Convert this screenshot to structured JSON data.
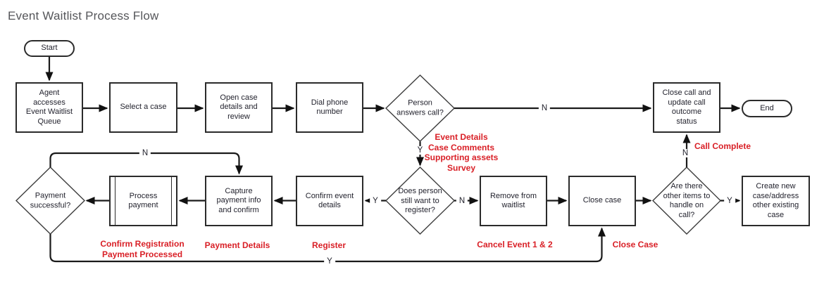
{
  "title": "Event Waitlist Process Flow",
  "colors": {
    "annotation_red": "#d92027",
    "title_gray": "#55565a",
    "node_text": "#23232e",
    "connector_line": "#1a1a1a",
    "node_border": "#2b2b2b",
    "node_fill": "#ffffff"
  },
  "nodes": {
    "start": "Start",
    "agent_queue": "Agent\naccesses\nEvent Waitlist\nQueue",
    "select_case": "Select a case",
    "open_case": "Open case\ndetails and\nreview",
    "dial_phone": "Dial phone\nnumber",
    "person_answers": "Person\nanswers call?",
    "close_call": "Close call and\nupdate call\noutcome\nstatus",
    "end": "End",
    "payment_successful": "Payment\nsuccessful?",
    "process_payment": "Process\npayment",
    "capture_payment": "Capture\npayment info\nand confirm",
    "confirm_event": "Confirm event\ndetails",
    "does_person": "Does person\nstill want to\nregister?",
    "remove_waitlist": "Remove from\nwaitlist",
    "close_case": "Close case",
    "other_items": "Are there\nother items to\nhandle on\ncall?",
    "create_case": "Create new\ncase/address\nother existing\ncase"
  },
  "edge_labels": {
    "person_answers_no": "N",
    "person_answers_yes": "Y",
    "payment_no": "N",
    "payment_yes": "Y",
    "register_yes": "Y",
    "register_no": "N",
    "other_items_no": "N",
    "other_items_yes": "Y"
  },
  "annotations": {
    "after_answer": "Event Details\nCase Comments\nSupporting assets\nSurvey",
    "call_complete": "Call Complete",
    "confirm_registration": "Confirm Registration\nPayment Processed",
    "payment_details": "Payment Details",
    "register": "Register",
    "cancel_event": "Cancel Event 1 & 2",
    "close_case": "Close Case"
  }
}
